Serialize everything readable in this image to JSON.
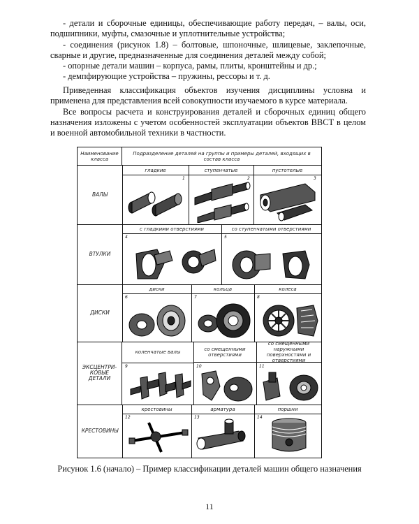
{
  "list_items": [
    "- детали и сборочные единицы, обеспечивающие работу передач, – валы, оси, подшипники, муфты, смазочные и уплотнительные устройства;",
    "- соединения (рисунок 1.8) – болтовые, шпоночные, шлицевые, заклепочные, сварные и другие, предназначенные для соединения деталей между собой;",
    "- опорные детали машин – корпуса, рамы, плиты, кронштейны и др.;",
    "- демпфирующие устройства – пружины, рессоры и т. д."
  ],
  "paragraphs": [
    "Приведенная классификация объектов изучения дисциплины условна и применена для представления всей совокупности изучаемого в курсе материала.",
    "Все вопросы расчета и конструирования деталей и сборочных единиц общего назначения изложены с учетом особенностей эксплуатации объектов ВВСТ в целом и военной автомобильной техники в частности."
  ],
  "table": {
    "header_left": "Наименование класса",
    "header_right": "Подразделение деталей на группы и примеры деталей, входящих в состав класса",
    "rows": [
      {
        "name": "ВАЛЫ",
        "groups": [
          "гладкие",
          "ступенчатые",
          "пустотелые"
        ],
        "numbers": [
          "1",
          "2",
          "3"
        ]
      },
      {
        "name": "ВТУЛКИ",
        "groups": [
          "с гладкими отверстиями",
          "со ступенчатыми отверстиями"
        ],
        "numbers": [
          "4",
          "5"
        ]
      },
      {
        "name": "ДИСКИ",
        "groups": [
          "диски",
          "кольца",
          "колеса"
        ],
        "numbers": [
          "6",
          "7",
          "8"
        ]
      },
      {
        "name": "ЭКСЦЕНТРИ-КОВЫЕ ДЕТАЛИ",
        "groups": [
          "коленчатые валы",
          "со смещенными отверстиями",
          "со смещенными наружными поверхностями и отверстиями"
        ],
        "numbers": [
          "9",
          "10",
          "11"
        ]
      },
      {
        "name": "КРЕСТОВИНЫ",
        "groups": [
          "крестовины",
          "арматура",
          "поршни"
        ],
        "numbers": [
          "12",
          "13",
          "14"
        ]
      }
    ]
  },
  "caption": "Рисунок 1.6 (начало) – Пример классификации деталей машин общего назначения",
  "page_number": "11"
}
